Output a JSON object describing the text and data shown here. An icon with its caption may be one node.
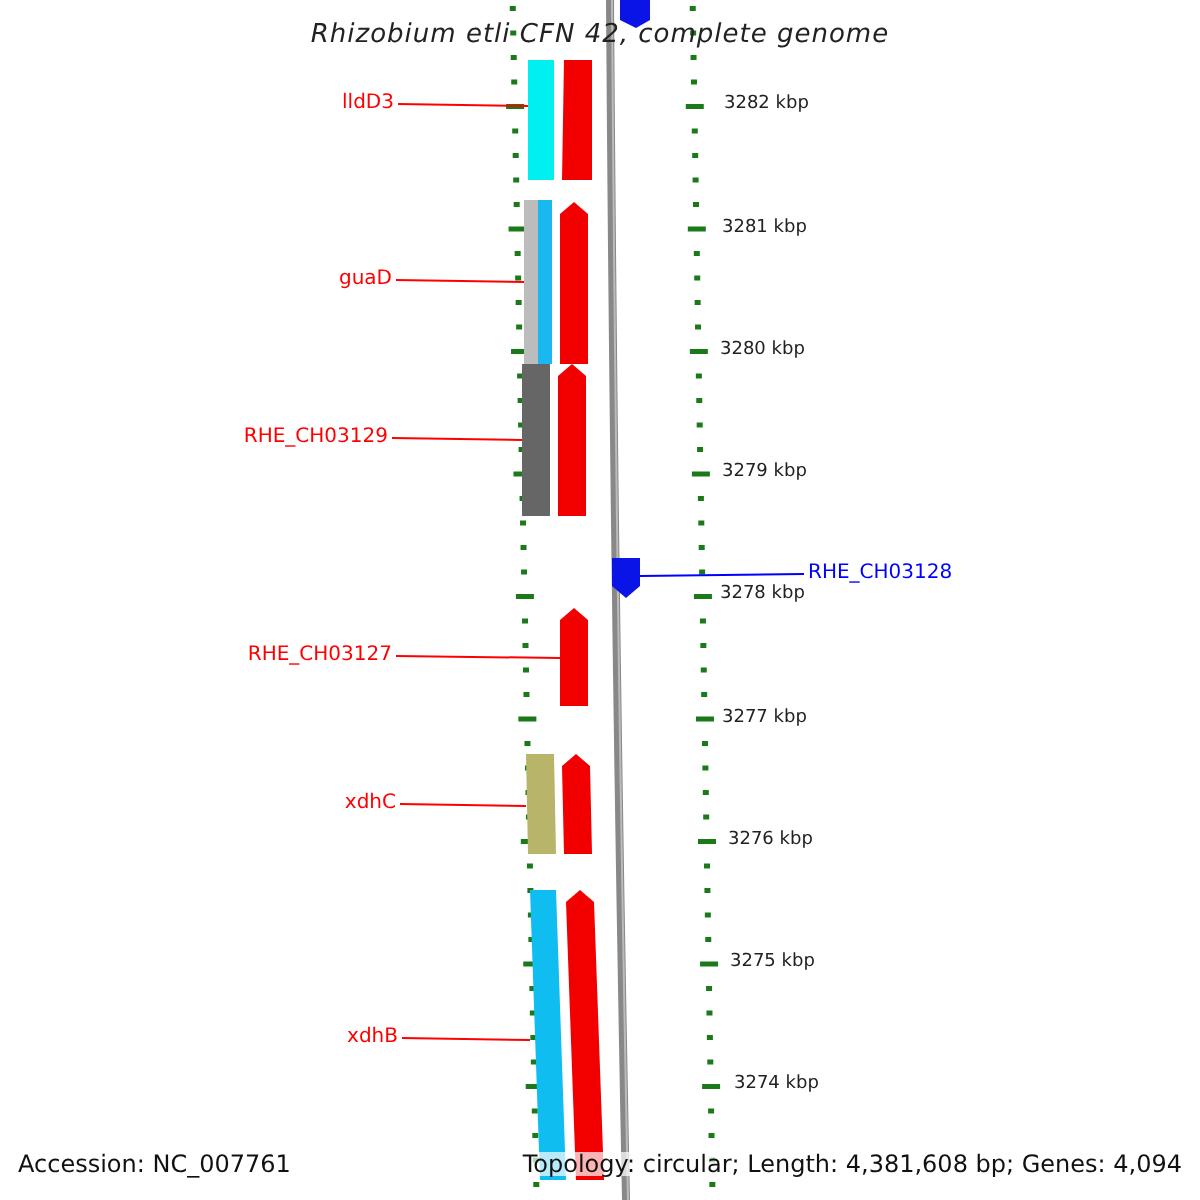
{
  "diagram": {
    "title": "Rhizobium etli CFN 42, complete genome",
    "nodes": [
      {
        "text": [
          "lldD3"
        ]
      },
      {
        "text": [
          "guaD"
        ]
      },
      {
        "text": [
          "RHE_CH03129"
        ]
      },
      {
        "text": [
          "RHE_CH03128"
        ]
      },
      {
        "text": [
          "RHE_CH03127"
        ]
      },
      {
        "text": [
          "xdhC"
        ]
      },
      {
        "text": [
          "xdhB"
        ]
      },
      {
        "text": [],
        "shape": "bar"
      },
      {
        "text": [],
        "shape": "bar"
      },
      {
        "text": [],
        "shape": "bar"
      },
      {
        "text": [],
        "shape": "arrow"
      },
      {
        "text": [],
        "shape": "arrow"
      },
      {
        "text": [],
        "shape": "bar"
      },
      {
        "text": [],
        "shape": "bar"
      }
    ],
    "edges": [
      {
        "from": 0,
        "to": 7,
        "arrow": "none"
      },
      {
        "from": 1,
        "to": 8,
        "arrow": "none"
      },
      {
        "from": 2,
        "to": 9,
        "arrow": "none"
      },
      {
        "from": 3,
        "to": 10,
        "arrow": "none",
        "color": "#0000ff"
      },
      {
        "from": 4,
        "to": 11,
        "arrow": "none"
      },
      {
        "from": 5,
        "to": 12,
        "arrow": "none"
      },
      {
        "from": 6,
        "to": 13,
        "arrow": "none"
      }
    ],
    "labels": [
      "3282 kbp",
      "3281 kbp",
      "3280 kbp",
      "3279 kbp",
      "3278 kbp",
      "3277 kbp",
      "3276 kbp",
      "3275 kbp",
      "3274 kbp",
      "Accession: NC_007761",
      "Topology: circular; Length: 4,381,608 bp; Genes: 4,094"
    ]
  }
}
